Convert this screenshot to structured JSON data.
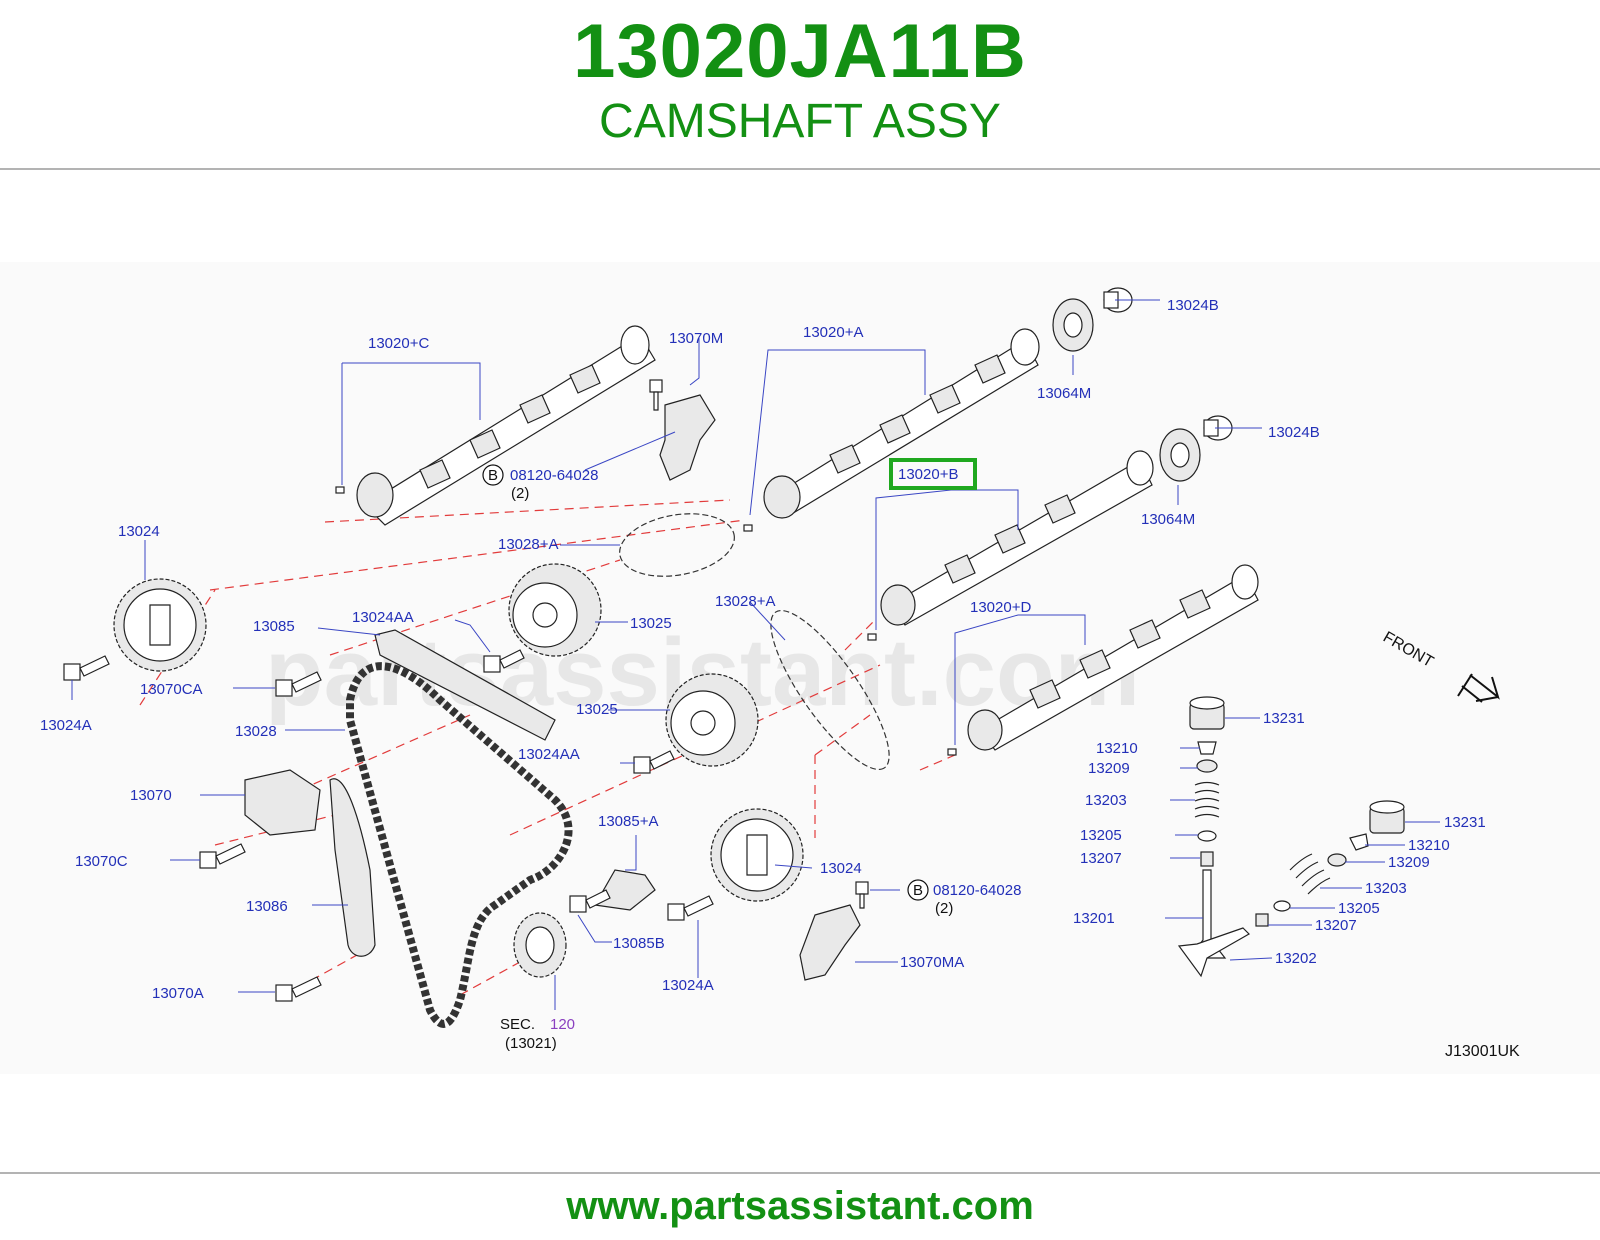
{
  "header": {
    "part_number": "13020JA11B",
    "part_name": "CAMSHAFT ASSY"
  },
  "diagram": {
    "watermark": "partsassistant.com",
    "diagram_code": "J13001UK",
    "front_label": "FRONT",
    "bolt_symbol": "B",
    "sec_label": "SEC.",
    "sec_number": "120",
    "highlight_color": "#1fa81f",
    "labels": {
      "l13020C": "13020+C",
      "l13070M": "13070M",
      "l13020A": "13020+A",
      "l13024B_1": "13024B",
      "l13064M_1": "13064M",
      "l13024B_2": "13024B",
      "l13064M_2": "13064M",
      "l13020B": "13020+B",
      "l08120_1": "08120-64028",
      "l08120_1q": "(2)",
      "l13024_1": "13024",
      "l13028A_1": "13028+A",
      "l13028A_2": "13028+A",
      "l13020D": "13020+D",
      "l13085": "13085",
      "l13024AA_1": "13024AA",
      "l13025_1": "13025",
      "l13070CA": "13070CA",
      "l13024A_1": "13024A",
      "l13028": "13028",
      "l13025_2": "13025",
      "l13024AA_2": "13024AA",
      "l13070": "13070",
      "l13085A": "13085+A",
      "l13070C": "13070C",
      "l13086": "13086",
      "l13024_2": "13024",
      "l08120_2": "08120-64028",
      "l08120_2q": "(2)",
      "l13085B": "13085B",
      "l13070A": "13070A",
      "l13024A_2": "13024A",
      "l13070MA": "13070MA",
      "lsec_sub": "(13021)",
      "l13231_1": "13231",
      "l13210_1": "13210",
      "l13209_1": "13209",
      "l13203_1": "13203",
      "l13205_1": "13205",
      "l13207_1": "13207",
      "l13201": "13201",
      "l13231_2": "13231",
      "l13210_2": "13210",
      "l13209_2": "13209",
      "l13203_2": "13203",
      "l13205_2": "13205",
      "l13207_2": "13207",
      "l13202": "13202"
    }
  },
  "footer": {
    "url": "www.partsassistant.com"
  }
}
